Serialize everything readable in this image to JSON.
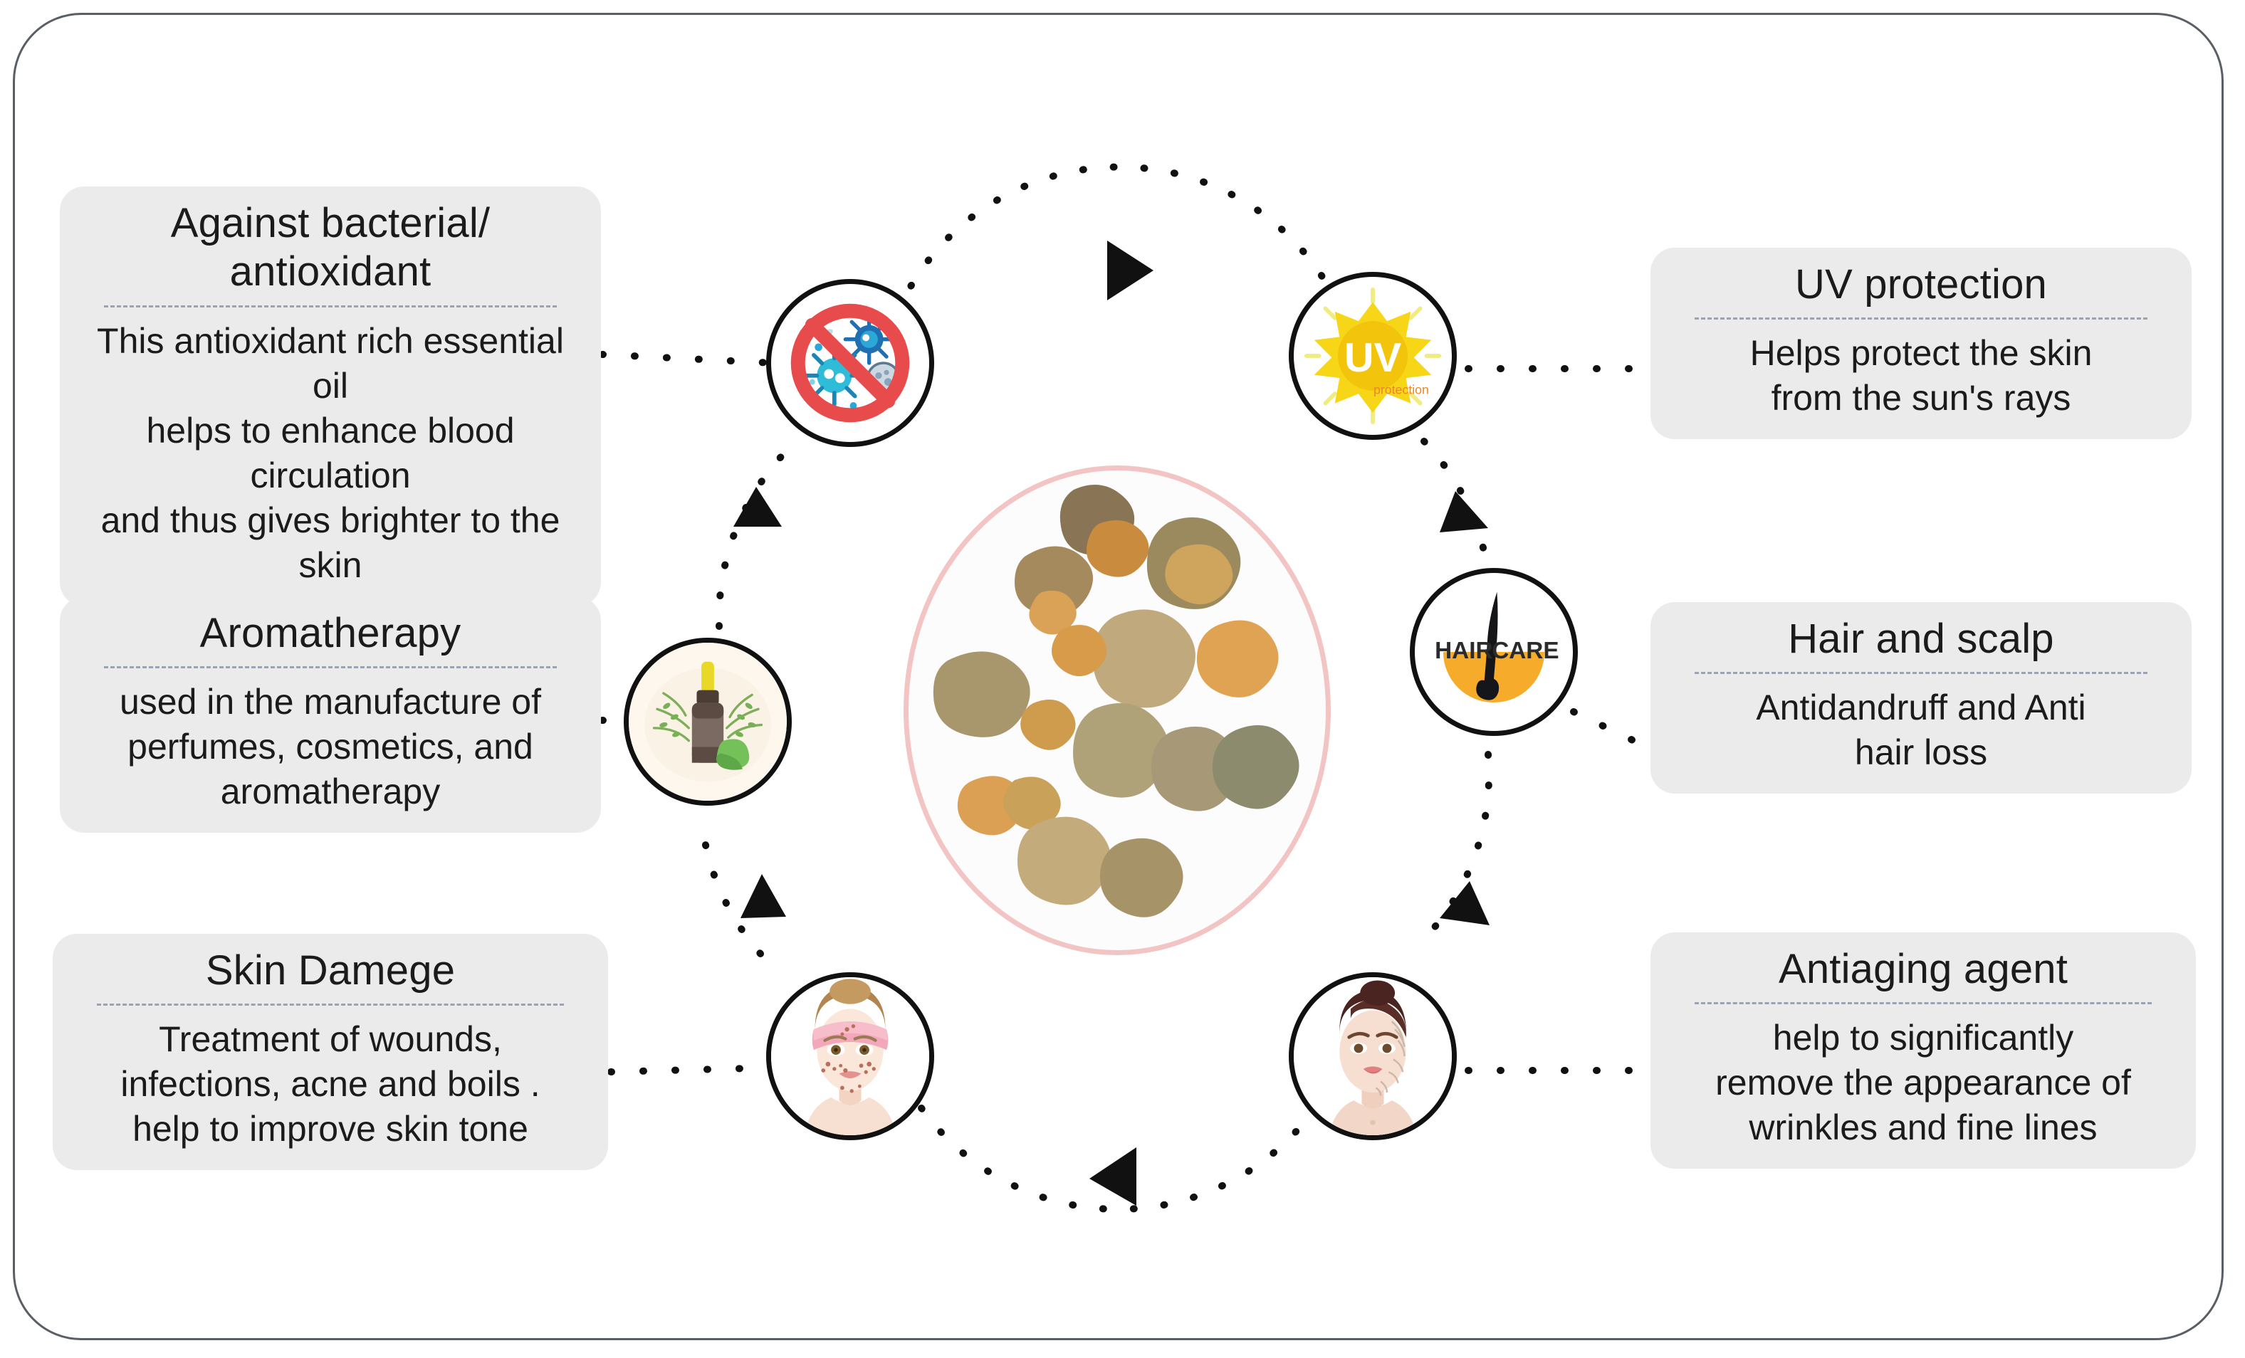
{
  "diagram": {
    "title": "Myrrh resin benefits infographic",
    "flow_direction": "clockwise",
    "frame_color": "#5a5f66",
    "card_bg": "#ebebeb",
    "accent_yellow": "#f6a72a",
    "accent_red": "#e74b4b",
    "accent_pink": "#f3c4c4"
  },
  "center": {
    "label": "myrrh-resin-plate",
    "description": "white plate with pink rim holding myrrh resin chunks",
    "rim_color": "#f3c4c4"
  },
  "cards": [
    {
      "id": "antibacterial",
      "side": "left",
      "title": "Against bacterial/\nantioxidant",
      "body": "This antioxidant rich essential oil\nhelps to enhance blood circulation\nand thus gives brighter to the skin"
    },
    {
      "id": "aromatherapy",
      "side": "left",
      "title": "Aromatherapy",
      "body": "used in the manufacture of\nperfumes, cosmetics, and\naromatherapy"
    },
    {
      "id": "skindamage",
      "side": "left",
      "title": "Skin Damege",
      "body": "Treatment of wounds,\ninfections, acne and boils .\nhelp to improve skin tone"
    },
    {
      "id": "uv",
      "side": "right",
      "title": "UV protection",
      "body": "Helps protect the skin\nfrom the sun's rays"
    },
    {
      "id": "hair",
      "side": "right",
      "title": "Hair and scalp",
      "body": "Antidandruff and Anti\nhair loss"
    },
    {
      "id": "antiaging",
      "side": "right",
      "title": "Antiaging agent",
      "body": "help to significantly\nremove the appearance of\nwrinkles and fine lines"
    }
  ],
  "icons": [
    {
      "id": "antibacterial",
      "name": "no-bacteria-icon",
      "alt": "crossed-out bacteria and virus symbol"
    },
    {
      "id": "uv",
      "name": "uv-protection-icon",
      "alt": "yellow sun with UV protection label",
      "text_primary": "UV",
      "text_secondary": "protection"
    },
    {
      "id": "haircare",
      "name": "hair-care-icon",
      "alt": "hair follicle on orange scalp",
      "text_left": "HAIR",
      "text_right": "CARE"
    },
    {
      "id": "antiaging",
      "name": "wrinkled-face-icon",
      "alt": "woman's face showing wrinkles"
    },
    {
      "id": "acneface",
      "name": "acne-face-icon",
      "alt": "woman's face with acne and pink headband"
    },
    {
      "id": "oilbottle",
      "name": "essential-oil-bottle-icon",
      "alt": "dropper bottle with green leaves"
    }
  ]
}
